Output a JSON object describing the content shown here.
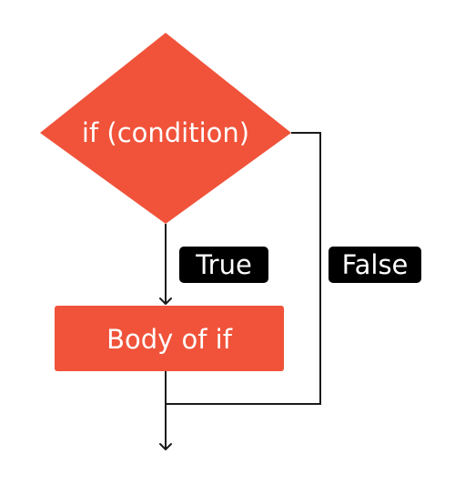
{
  "diagram": {
    "decision": {
      "label": "if (condition)"
    },
    "process": {
      "label": "Body of if"
    },
    "edges": {
      "true_label": "True",
      "false_label": "False"
    },
    "colors": {
      "node_fill": "#f0533a",
      "node_text": "#ffffff",
      "connector": "#1a1a1a",
      "edge_label_bg": "#000000",
      "edge_label_text": "#ffffff"
    }
  }
}
